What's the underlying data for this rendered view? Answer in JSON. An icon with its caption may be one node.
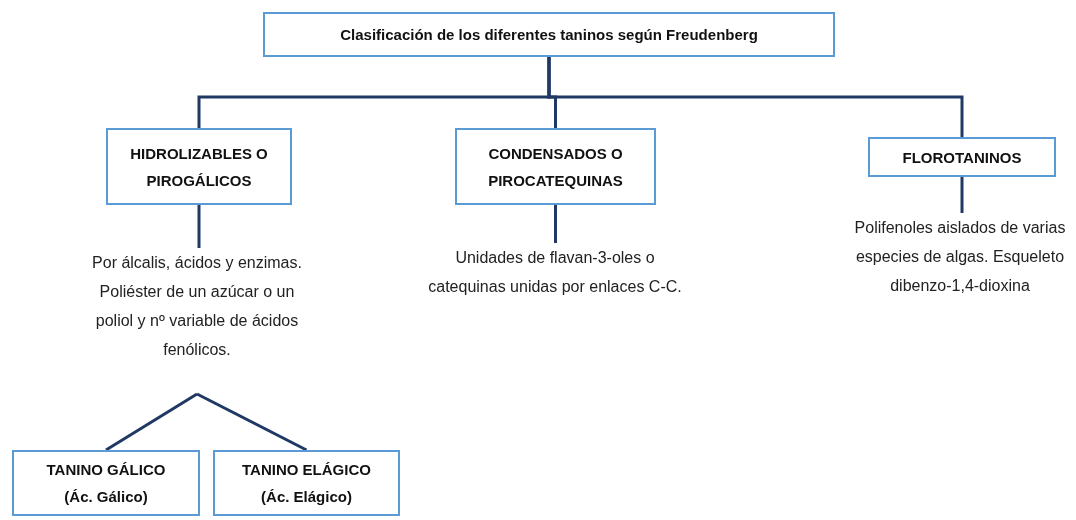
{
  "diagram": {
    "nodes": [
      {
        "text": [
          "Clasificación de los diferentes taninos según Freudenberg"
        ]
      },
      {
        "text": [
          "HIDROLIZABLES O PIROGÁLICOS"
        ]
      },
      {
        "text": [
          "CONDENSADOS O PIROCATEQUINAS"
        ]
      },
      {
        "text": [
          "FLOROTANINOS"
        ]
      },
      {
        "text": [
          "Por álcalis, ácidos y enzimas.",
          "Poliéster de un azúcar o un poliol y nº variable de ácidos fenólicos."
        ]
      },
      {
        "text": [
          "Unidades de flavan-3-oles o catequinas unidas por enlaces C-C."
        ]
      },
      {
        "text": [
          "Polifenoles aislados de varias especies de algas. Esqueleto dibenzo-1,4-dioxina"
        ]
      },
      {
        "text": [
          "TANINO GÁLICO",
          "(Ác. Gálico)"
        ]
      },
      {
        "text": [
          "TANINO ELÁGICO",
          "(Ác. Elágico)"
        ]
      }
    ],
    "edges": [
      {
        "from": 0,
        "to": 1,
        "arrow": "none"
      },
      {
        "from": 0,
        "to": 2,
        "arrow": "none"
      },
      {
        "from": 0,
        "to": 3,
        "arrow": "none"
      },
      {
        "from": 1,
        "to": 4,
        "arrow": "none"
      },
      {
        "from": 2,
        "to": 5,
        "arrow": "none"
      },
      {
        "from": 3,
        "to": 6,
        "arrow": "none"
      },
      {
        "from": 4,
        "to": 7,
        "arrow": "none"
      },
      {
        "from": 4,
        "to": 8,
        "arrow": "none"
      }
    ]
  }
}
